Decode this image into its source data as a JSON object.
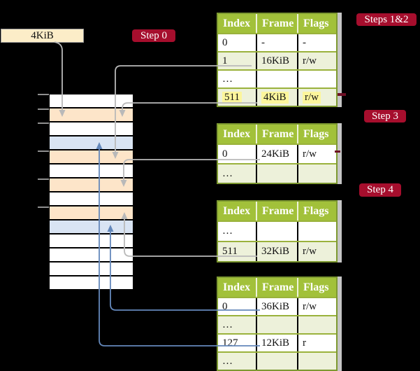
{
  "source_box": {
    "label": "4KiB"
  },
  "badges": {
    "step0": "Step 0",
    "steps12": "Steps 1&2",
    "step3": "Step 3",
    "step4": "Step 4"
  },
  "memory": {
    "row_colors": [
      "white",
      "peach",
      "white",
      "blue",
      "peach",
      "white",
      "peach",
      "white",
      "peach",
      "blue",
      "white",
      "white",
      "white",
      "white"
    ]
  },
  "tables": [
    {
      "name": "steps-1-2",
      "headers": [
        "Index",
        "Frame",
        "Flags"
      ],
      "rows": [
        {
          "cells": [
            "0",
            "-",
            "-"
          ]
        },
        {
          "cells": [
            "1",
            "16KiB",
            "r/w"
          ]
        },
        {
          "cells": [
            "…",
            "",
            ""
          ]
        },
        {
          "cells": [
            "511",
            "4KiB",
            "r/w"
          ],
          "highlight": true
        }
      ]
    },
    {
      "name": "step-3",
      "headers": [
        "Index",
        "Frame",
        "Flags"
      ],
      "rows": [
        {
          "cells": [
            "0",
            "24KiB",
            "r/w"
          ]
        },
        {
          "cells": [
            "…",
            "",
            ""
          ]
        }
      ]
    },
    {
      "name": "step-4",
      "headers": [
        "Index",
        "Frame",
        "Flags"
      ],
      "rows": [
        {
          "cells": [
            "…",
            "",
            ""
          ]
        },
        {
          "cells": [
            "511",
            "32KiB",
            "r/w"
          ]
        }
      ]
    },
    {
      "name": "final-table",
      "headers": [
        "Index",
        "Frame",
        "Flags"
      ],
      "rows": [
        {
          "cells": [
            "0",
            "36KiB",
            "r/w"
          ]
        },
        {
          "cells": [
            "…",
            "",
            ""
          ]
        },
        {
          "cells": [
            "127",
            "12KiB",
            "r"
          ]
        },
        {
          "cells": [
            "…",
            "",
            ""
          ]
        }
      ]
    }
  ],
  "colors": {
    "badge_red": "#a60e2d",
    "header_green": "#a2c13a",
    "grid_olive": "#7d9930",
    "row_tint": "#edf1da",
    "frame_peach": "#fde5c9",
    "frame_blue": "#d9e4f3",
    "highlight_yellow": "#fcf69c",
    "arrow_gray": "#b9b9b9",
    "arrow_blue": "#6488bb",
    "source_cream": "#fcedc8"
  }
}
